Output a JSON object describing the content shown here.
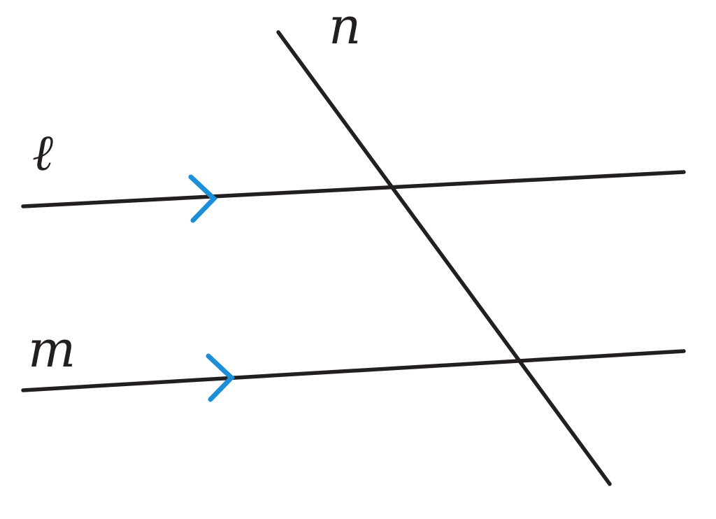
{
  "figure": {
    "background_color": "#ffffff",
    "line_color": "#231f20",
    "parallel_mark_color": "#1d8ed8",
    "lines": [
      {
        "id": "l",
        "label": "ℓ",
        "role": "parallel-line",
        "parallel_mark": true
      },
      {
        "id": "m",
        "label": "m",
        "role": "parallel-line",
        "parallel_mark": true
      },
      {
        "id": "n",
        "label": "n",
        "role": "transversal",
        "parallel_mark": false
      }
    ]
  }
}
